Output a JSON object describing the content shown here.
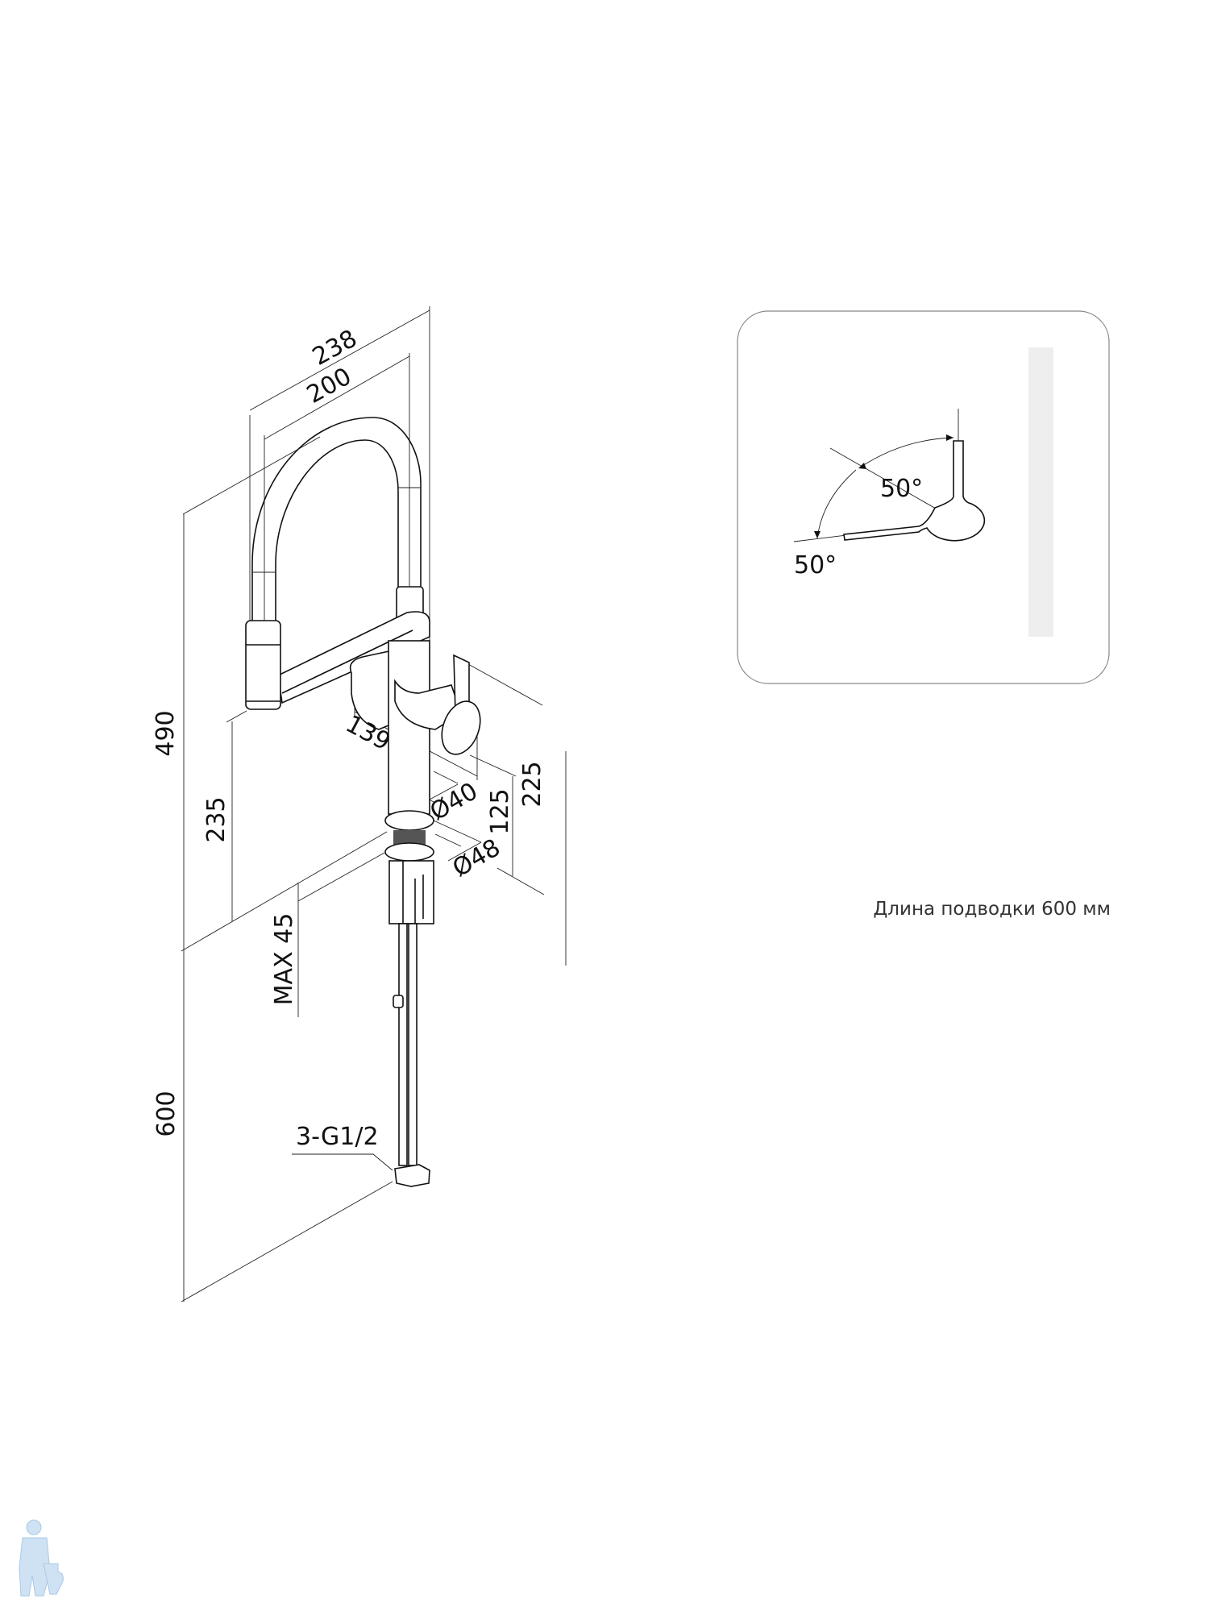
{
  "drawing": {
    "dimensions": {
      "width_total": "238",
      "width_spout": "200",
      "height_total": "490",
      "spout_height": "235",
      "max_countertop": "MAX 45",
      "hose_length": "600",
      "connection": "3-G1/2",
      "lever_reach": "139",
      "body_diameter": "Ø40",
      "mount_diameter": "Ø48",
      "body_height": "125",
      "lever_height": "225"
    },
    "rotation": {
      "angle_1": "50°",
      "angle_2": "50°"
    },
    "caption": "Длина подводки 600 мм"
  },
  "colors": {
    "line": "#111111",
    "panel_border": "#888888",
    "wall_bar": "#eeeeee",
    "logo": "#bcd6ee"
  }
}
